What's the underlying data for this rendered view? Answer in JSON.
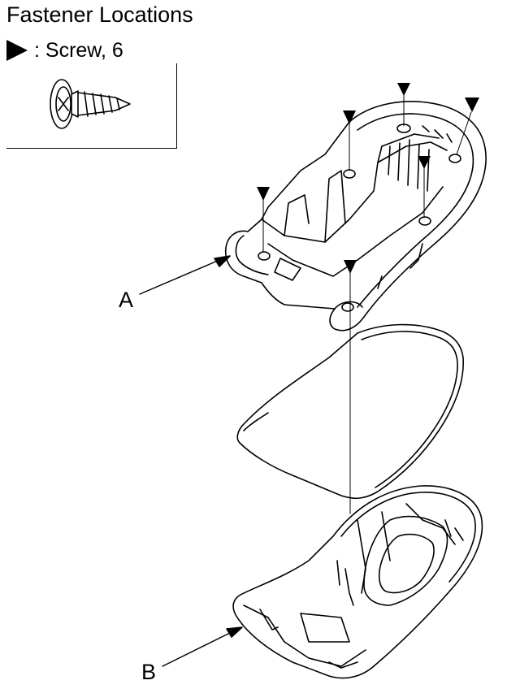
{
  "title": "Fastener Locations",
  "legend": {
    "symbol_icon": "filled-triangle-arrow-icon",
    "text": ": Screw, 6"
  },
  "callouts": {
    "a": "A",
    "b": "B"
  },
  "colors": {
    "line": "#000000",
    "background": "#ffffff"
  }
}
